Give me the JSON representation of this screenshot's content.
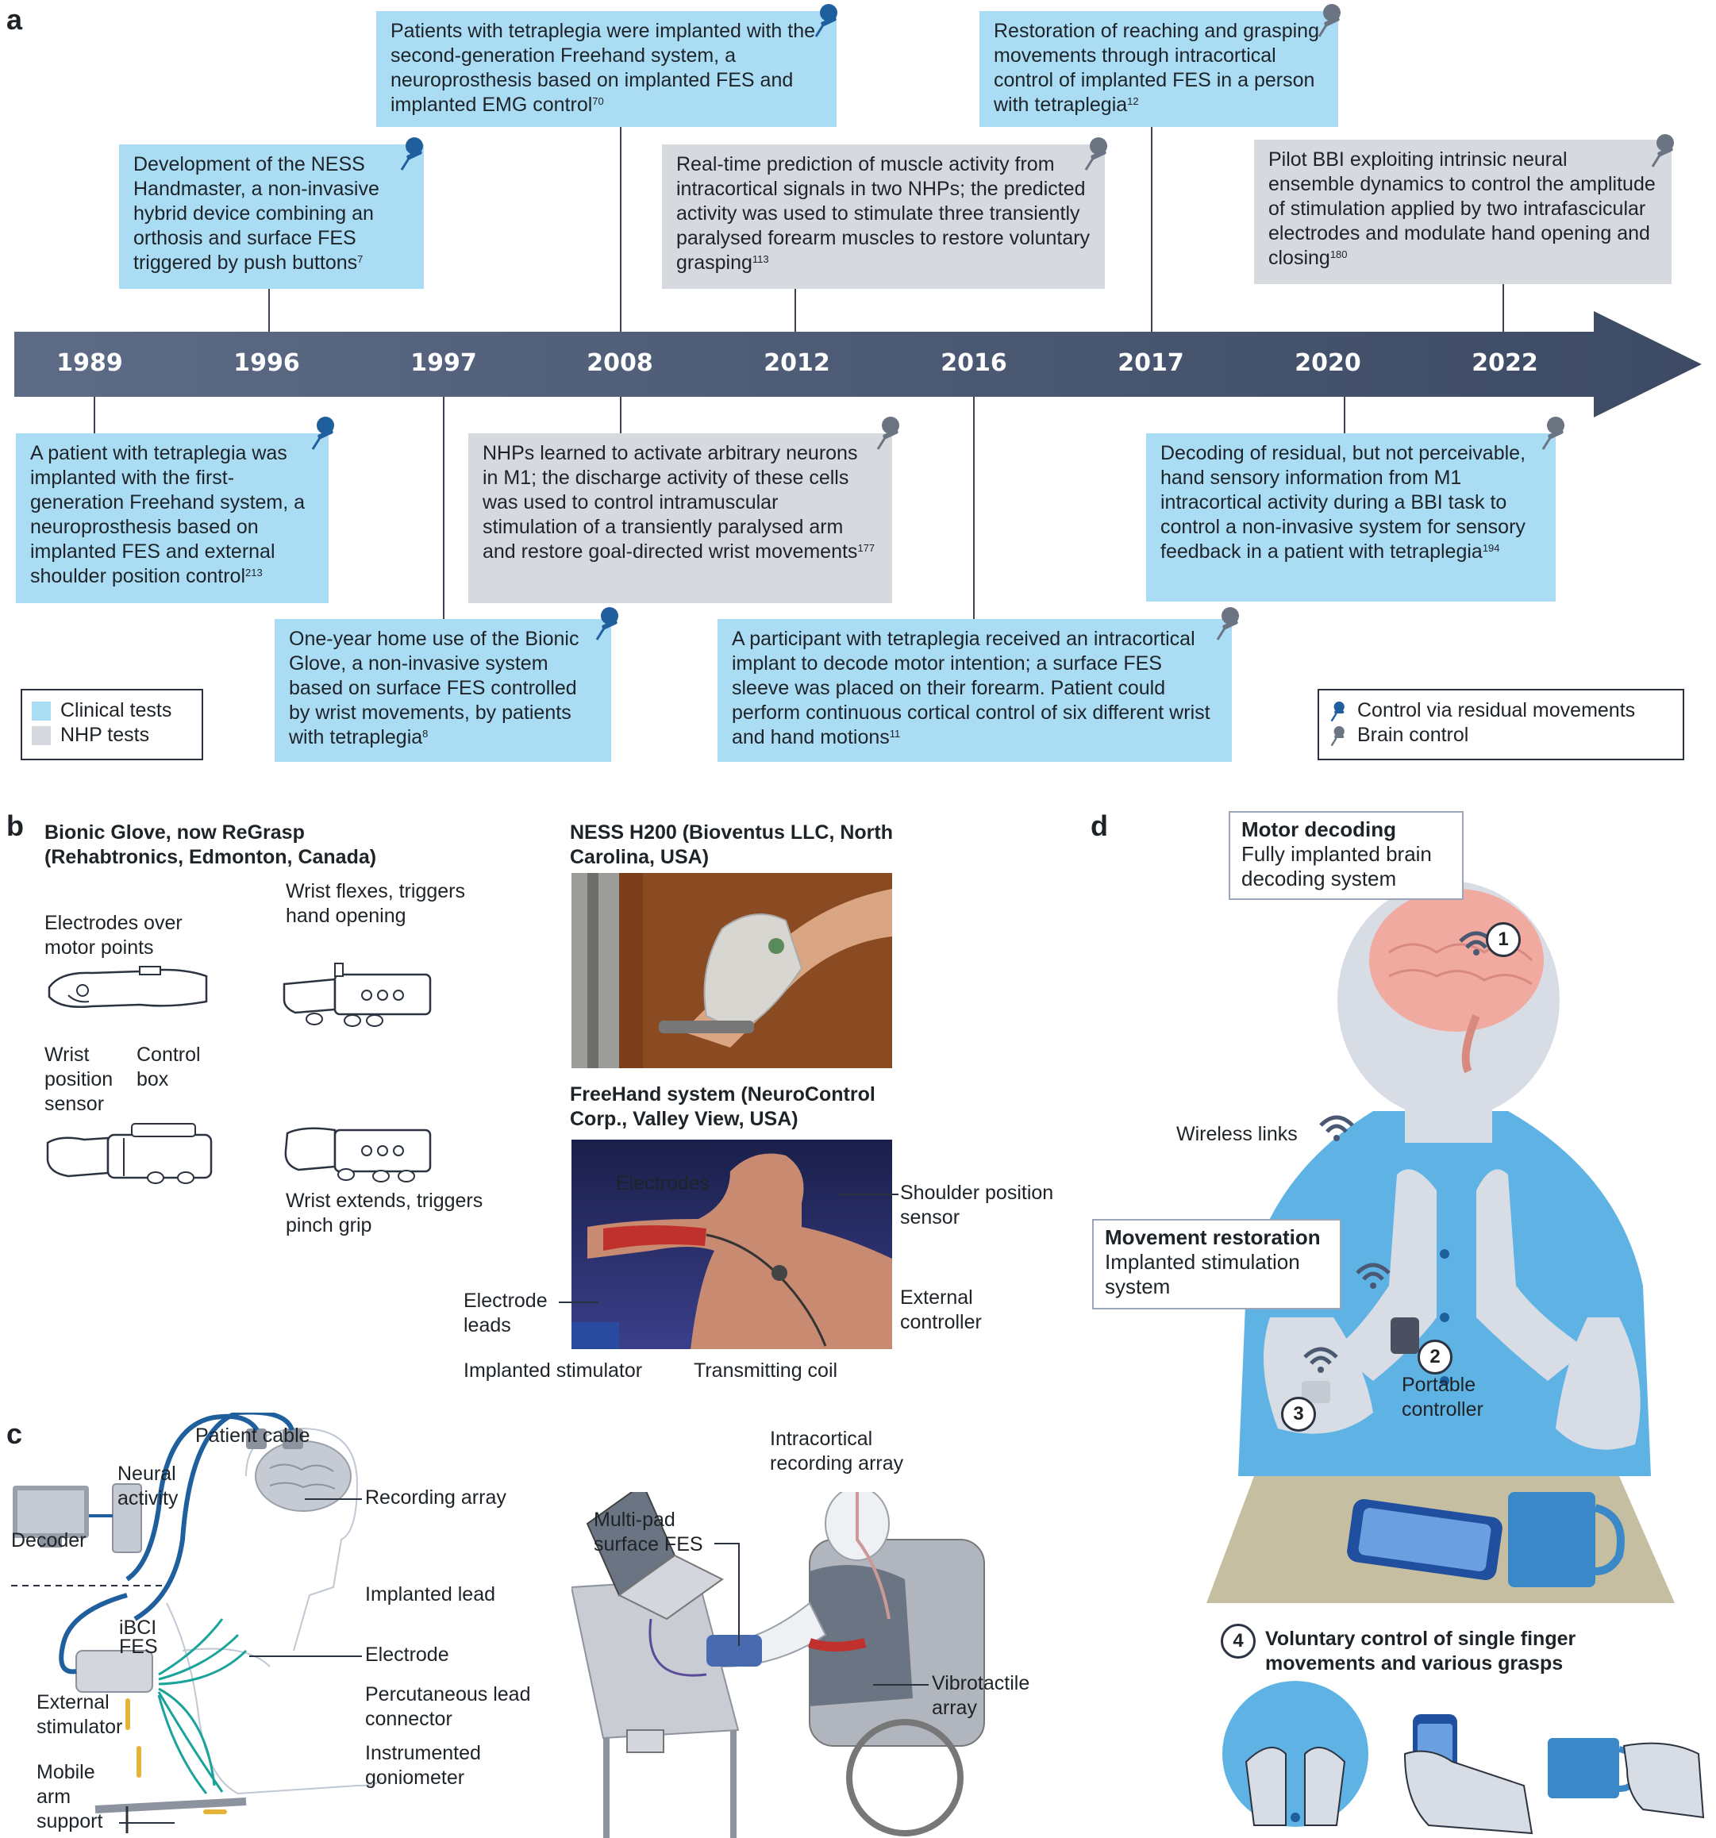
{
  "panel_labels": {
    "a": "a",
    "b": "b",
    "c": "c",
    "d": "d"
  },
  "timeline": {
    "years": [
      "1989",
      "1996",
      "1997",
      "2008",
      "2012",
      "2016",
      "2017",
      "2020",
      "2022"
    ],
    "events": {
      "e1989": {
        "text": "A patient with tetraplegia was implanted with the first-generation Freehand system, a neuroprosthesis based on implanted FES and external shoulder position control",
        "ref": "213"
      },
      "e1996": {
        "text": "Development of the NESS Handmaster, a non-invasive hybrid device combining an orthosis and surface FES triggered by push buttons",
        "ref": "7"
      },
      "e1997": {
        "text": "One-year home use of the Bionic Glove, a non-invasive system based on surface FES controlled by wrist movements, by patients with tetraplegia",
        "ref": "8"
      },
      "e2008a": {
        "text": "Patients with tetraplegia were implanted with the second-generation Freehand system, a neuroprosthesis based on implanted FES and implanted EMG control",
        "ref": "70"
      },
      "e2008b": {
        "text": "NHPs learned to activate arbitrary neurons in M1; the discharge activity of these cells was used to control intramuscular stimulation of a transiently paralysed arm and restore goal-directed wrist movements",
        "ref": "177"
      },
      "e2012": {
        "text": "Real-time prediction of muscle activity from intracortical signals in two NHPs; the predicted activity was used to stimulate three transiently paralysed forearm muscles to restore voluntary grasping",
        "ref": "113"
      },
      "e2016": {
        "text": "A participant with tetraplegia received an intracortical implant to decode motor intention; a surface FES sleeve was placed on their forearm. Patient could perform continuous cortical control of six different wrist and hand motions",
        "ref": "11"
      },
      "e2017": {
        "text": "Restoration of reaching and grasping movements through intracortical control of implanted FES in a person with tetraplegia",
        "ref": "12"
      },
      "e2020": {
        "text": "Decoding of residual, but not perceivable, hand sensory information from M1 intracortical activity during a BBI task to control a non-invasive system for sensory feedback in a patient with tetraplegia",
        "ref": "194"
      },
      "e2022": {
        "text": "Pilot BBI exploiting intrinsic neural ensemble dynamics to control the amplitude of stimulation applied by two intrafascicular electrodes and modulate hand opening and closing",
        "ref": "180"
      }
    },
    "legend_left": [
      "Clinical tests",
      "NHP tests"
    ],
    "legend_right": [
      "Control via residual movements",
      "Brain control"
    ]
  },
  "panel_b": {
    "bionic_title": "Bionic Glove, now ReGrasp (Rehabtronics, Edmonton, Canada)",
    "electrodes_over": "Electrodes over motor points",
    "wrist_flexes": "Wrist flexes, triggers hand opening",
    "wrist_position_sensor": "Wrist position sensor",
    "control_box": "Control box",
    "wrist_extends": "Wrist extends, triggers pinch grip",
    "ness_title": "NESS H200 (Bioventus LLC, North Carolina, USA)",
    "freehand_title": "FreeHand system (NeuroControl Corp., Valley View, USA)",
    "fh_labels": {
      "electrodes": "Electrodes",
      "shoulder": "Shoulder position sensor",
      "electrode_leads": "Electrode leads",
      "external_controller": "External controller",
      "implanted_stimulator": "Implanted stimulator",
      "transmitting_coil": "Transmitting coil"
    }
  },
  "panel_c": {
    "patient_cable": "Patient cable",
    "neural_activity": "Neural activity",
    "recording_array": "Recording array",
    "decoder": "Decoder",
    "implanted_lead": "Implanted lead",
    "ibci": "iBCI",
    "fes": "FES",
    "electrode": "Electrode",
    "external_stimulator": "External stimulator",
    "percutaneous": "Percutaneous lead connector",
    "mobile_arm": "Mobile arm support",
    "goniometer": "Instrumented goniometer",
    "intracortical_array": "Intracortical recording array",
    "multipad": "Multi-pad surface FES",
    "vibrotactile": "Vibrotactile array"
  },
  "panel_d": {
    "motor_decoding_title": "Motor decoding",
    "motor_decoding_body": "Fully implanted brain decoding system",
    "wireless_links": "Wireless links",
    "movement_restoration_title": "Movement restoration",
    "movement_restoration_body": "Implanted stimulation system",
    "portable_controller": "Portable controller",
    "numbers": [
      "1",
      "2",
      "3",
      "4"
    ],
    "voluntary_control": "Voluntary control of single finger movements and various grasps"
  },
  "colors": {
    "clinical": "#aadcf4",
    "nhp": "#d6d9de",
    "arrow": "#4a5872",
    "pin_blue": "#1f5f9e",
    "pin_gray": "#6b7482",
    "shirt": "#5fb3e4",
    "skin": "#d8dde5"
  }
}
